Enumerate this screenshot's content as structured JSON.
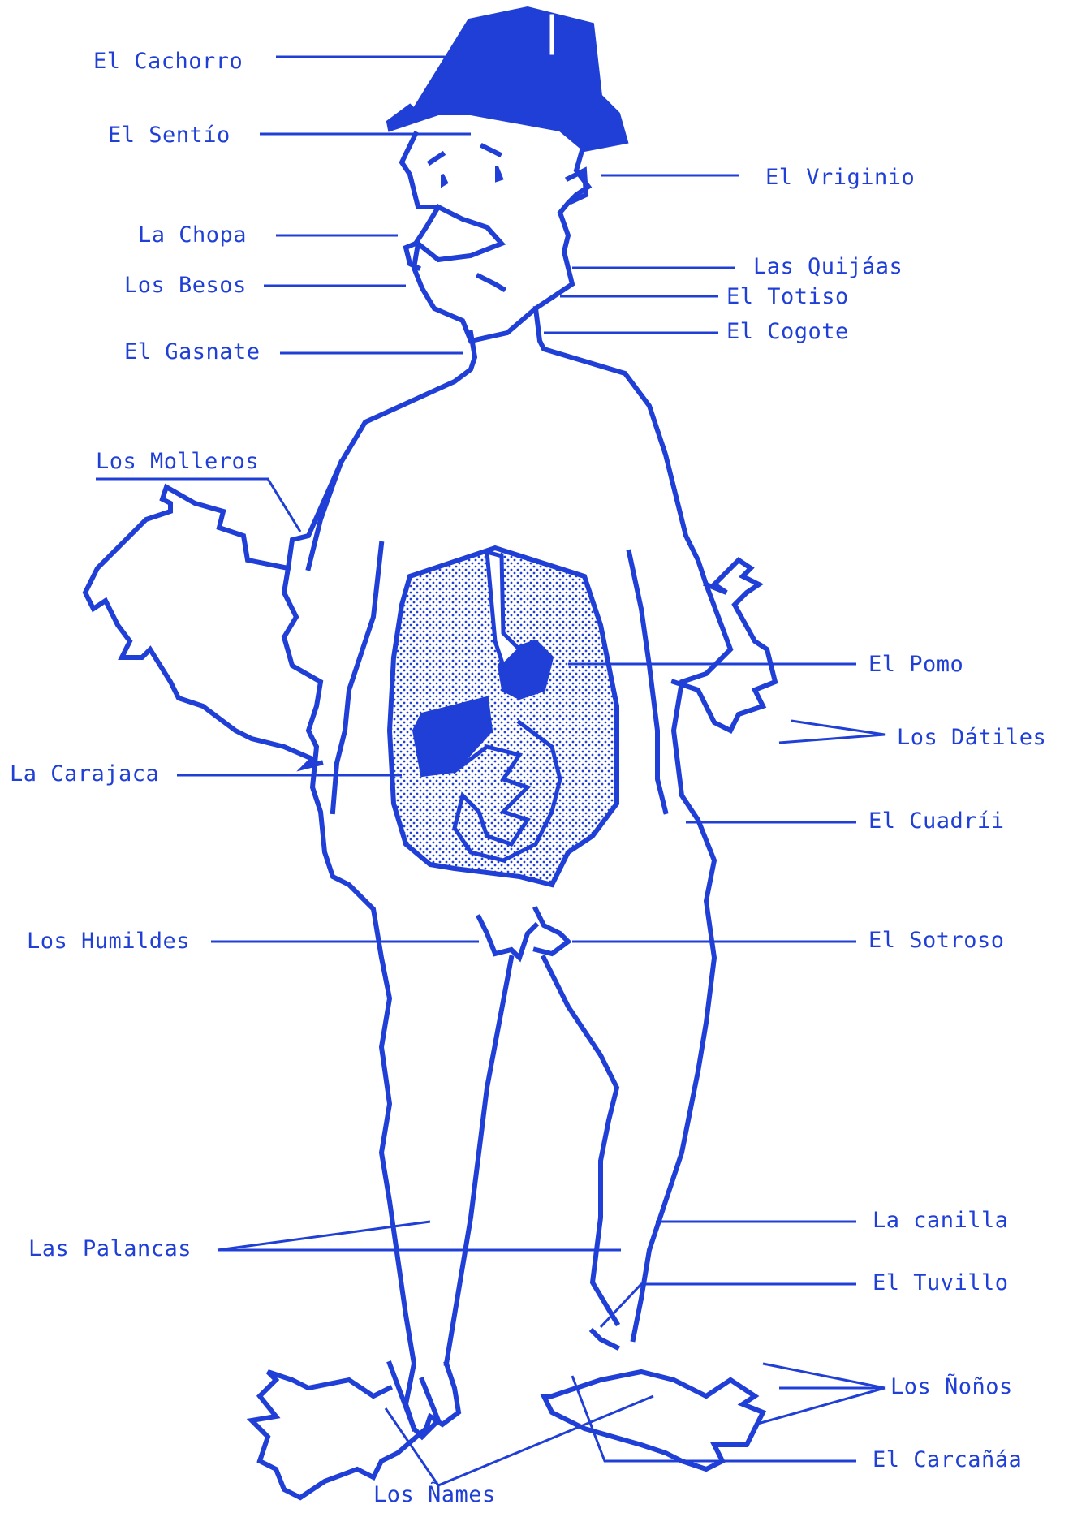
{
  "colors": {
    "ink": "#1f3fd6",
    "background": "#ffffff"
  },
  "labels": {
    "cachorro": "El Cachorro",
    "sentio": "El Sentío",
    "vriginio": "El Vriginio",
    "chopa": "La Chopa",
    "quijaas": "Las Quijáas",
    "besos": "Los Besos",
    "totiso": "El Totiso",
    "cogote": "El Cogote",
    "gasnate": "El Gasnate",
    "molleros": "Los Molleros",
    "pomo": "El Pomo",
    "datiles": "Los Dátiles",
    "carajaca": "La Carajaca",
    "cuadrii": "El Cuadríi",
    "humildes": "Los Humildes",
    "sotroso": "El Sotroso",
    "canilla": "La canilla",
    "palancas": "Las Palancas",
    "tuvillo": "El Tuvillo",
    "nonos": "Los Ñoños",
    "carcanaa": "El Carcañáa",
    "names": "Los Ñames"
  }
}
